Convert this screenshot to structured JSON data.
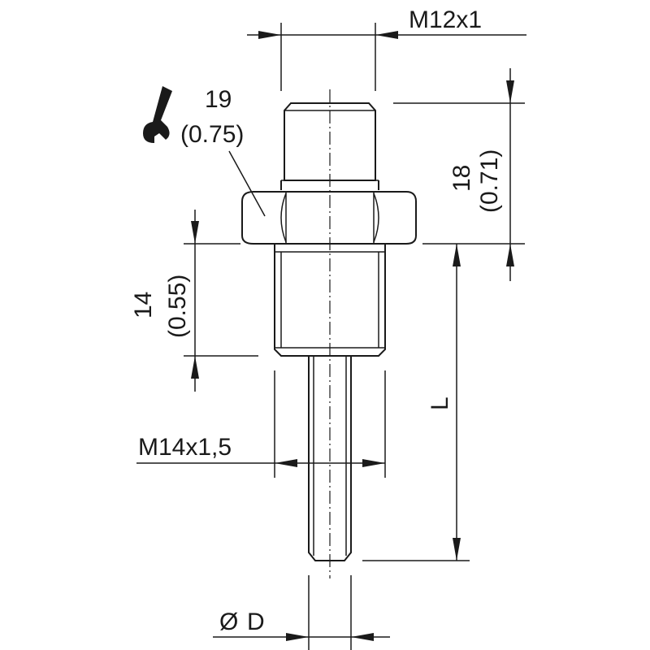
{
  "dimensions": {
    "connector_thread": "M12x1",
    "wrench_size_mm": "19",
    "wrench_size_in": "(0.75)",
    "height_mm": "18",
    "height_in": "(0.71)",
    "thread_length_mm": "14",
    "thread_length_in": "(0.55)",
    "process_thread": "M14x1,5",
    "probe_length": "L",
    "diameter_symbol": "Ø",
    "diameter_label": "D"
  },
  "icons": {
    "wrench": "wrench-icon"
  },
  "colors": {
    "line": "#1a1a1a",
    "background": "#ffffff"
  }
}
